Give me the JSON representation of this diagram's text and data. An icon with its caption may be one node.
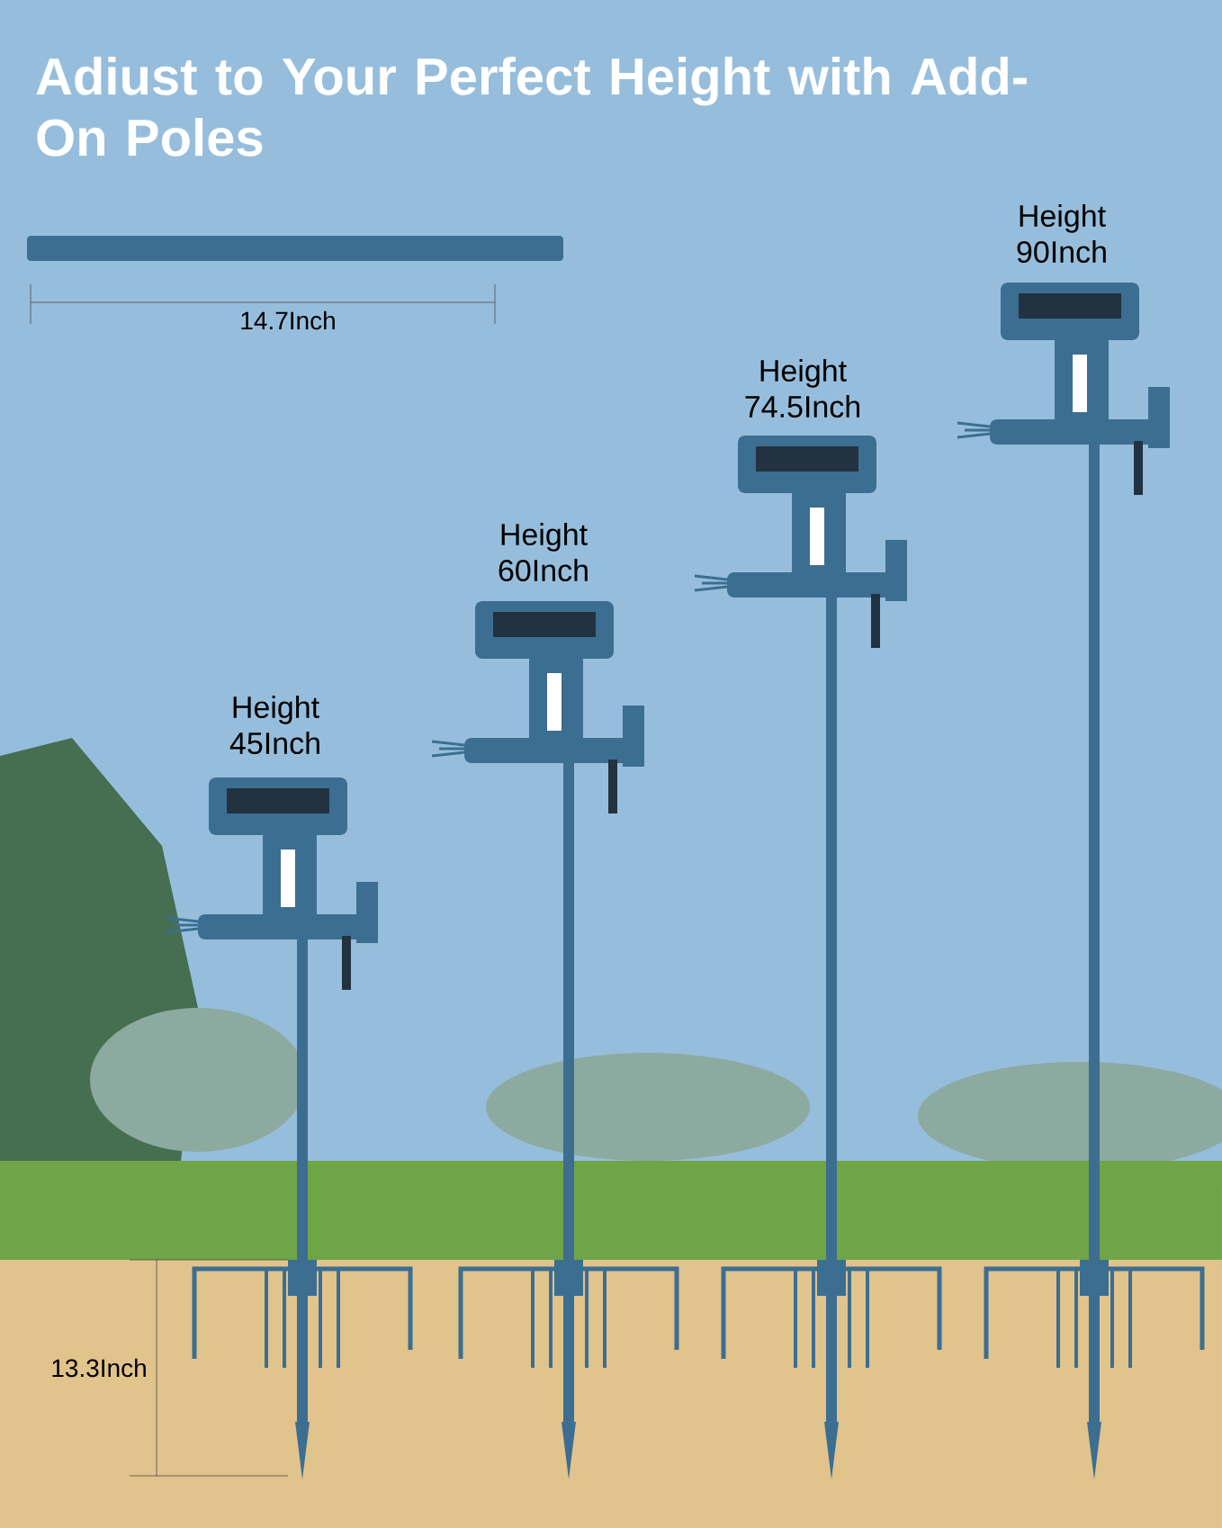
{
  "diagram": {
    "title": "Adiust to Your Perfect Height with Add-On Poles",
    "labels": [
      "Height 90Inch",
      "14.7Inch",
      "Height 74.5Inch",
      "Height 60Inch",
      "Height 45Inch",
      "13.3Inch"
    ]
  }
}
